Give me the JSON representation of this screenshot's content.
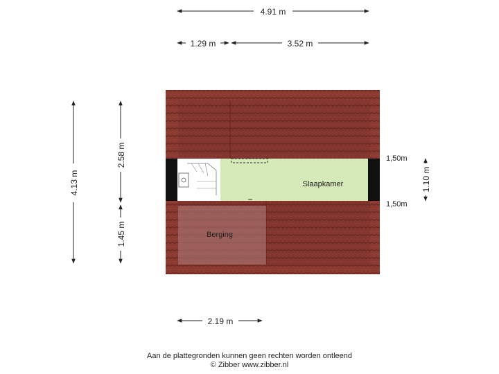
{
  "dimensions": {
    "top_total": "4.91 m",
    "top_left": "1.29 m",
    "top_right": "3.52 m",
    "left_total": "4.13 m",
    "left_upper": "2.58 m",
    "left_lower": "1.45 m",
    "right_height": "1.10 m",
    "bottom_width": "2.19 m"
  },
  "height_labels": {
    "upper": "1,50m",
    "lower": "1,50m"
  },
  "rooms": {
    "bedroom": "Slaapkamer",
    "storage": "Berging"
  },
  "footer": {
    "disclaimer": "Aan de plattegronden kunnen geen rechten worden ontleend",
    "copyright": "© Zibber www.zibber.nl"
  },
  "colors": {
    "roof": "#8b3a31",
    "bedroom_floor": "#d6e9b9",
    "storage_floor": "#b08080",
    "wall": "#111111"
  }
}
